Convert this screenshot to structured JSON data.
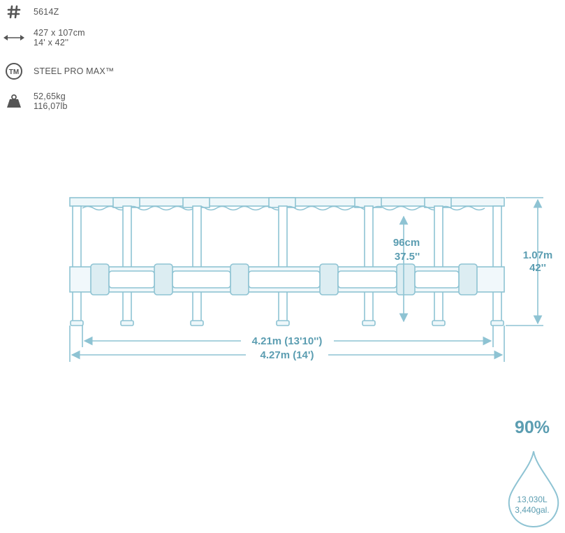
{
  "specs": {
    "model": {
      "icon": "hash-icon",
      "value": "5614Z"
    },
    "size": {
      "icon": "dimensions-arrow-icon",
      "line1": "427 x 107cm",
      "line2": "14' x 42''"
    },
    "brand": {
      "icon": "trademark-icon",
      "icon_text": "TM",
      "value": "STEEL PRO MAX™"
    },
    "weight": {
      "icon": "weight-icon",
      "line1": "52,65kg",
      "line2": "116,07lb"
    }
  },
  "diagram": {
    "inner_width_label": "4.21m (13'10'')",
    "outer_width_label": "4.27m (14')",
    "water_depth_metric": "96cm",
    "water_depth_imperial": "37.5''",
    "height_metric": "1.07m",
    "height_imperial": "42''"
  },
  "fill": {
    "percent": "90%",
    "volume_liters": "13,030L",
    "volume_gallons": "3,440gal."
  },
  "colors": {
    "line": "#8ec3d3",
    "fill": "#dcedf2",
    "label": "#5b9db1",
    "icon": "#555555"
  }
}
